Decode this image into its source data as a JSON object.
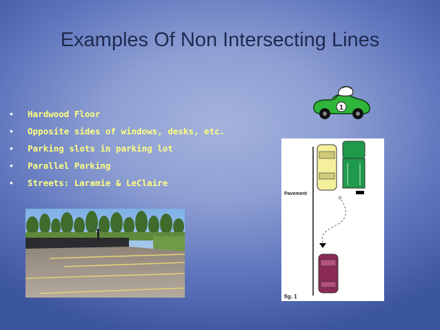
{
  "slide": {
    "title": "Examples Of Non Intersecting Lines",
    "bullet_char": "•",
    "bullets": [
      "Hardwood Floor",
      "Opposite sides of windows, desks, etc.",
      "Parking slots in parking lot",
      "Parallel Parking",
      "Streets: Laramie & LeClaire"
    ]
  },
  "car_clipart": {
    "number": "1",
    "color": "#2fb53a"
  },
  "diagram": {
    "pavement_label": "Pavement",
    "fig_label": "fig. 1",
    "colors": {
      "yellow_car": "#f3ef9b",
      "green_truck": "#1f9a4a",
      "maroon_car": "#8a2b57"
    }
  },
  "colors": {
    "title": "#1e2a4f",
    "bullet_text": "#ffff80",
    "bullet_marker": "#ffffff"
  }
}
